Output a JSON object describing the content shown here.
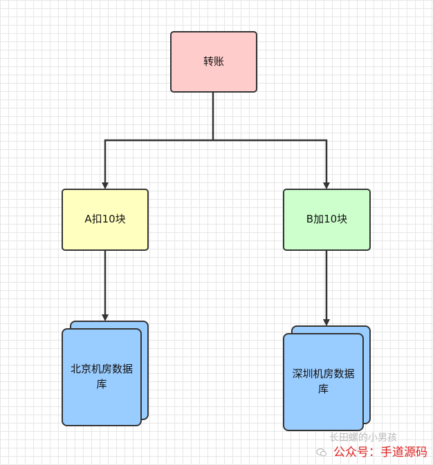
{
  "colors": {
    "transfer_fill": "#ffcccc",
    "a_fill": "#ffffc0",
    "b_fill": "#ccffcc",
    "db_fill": "#99ccff",
    "stroke": "#333333"
  },
  "nodes": {
    "transfer": "转账",
    "debit_a": "A扣10块",
    "credit_b": "B加10块",
    "db_beijing": "北京机房数据库",
    "db_shenzhen": "深圳机房数据库"
  },
  "watermark": {
    "faint_text": "长田螺的小男孩",
    "text": "公众号：手道源码",
    "icon": "wechat-icon"
  }
}
